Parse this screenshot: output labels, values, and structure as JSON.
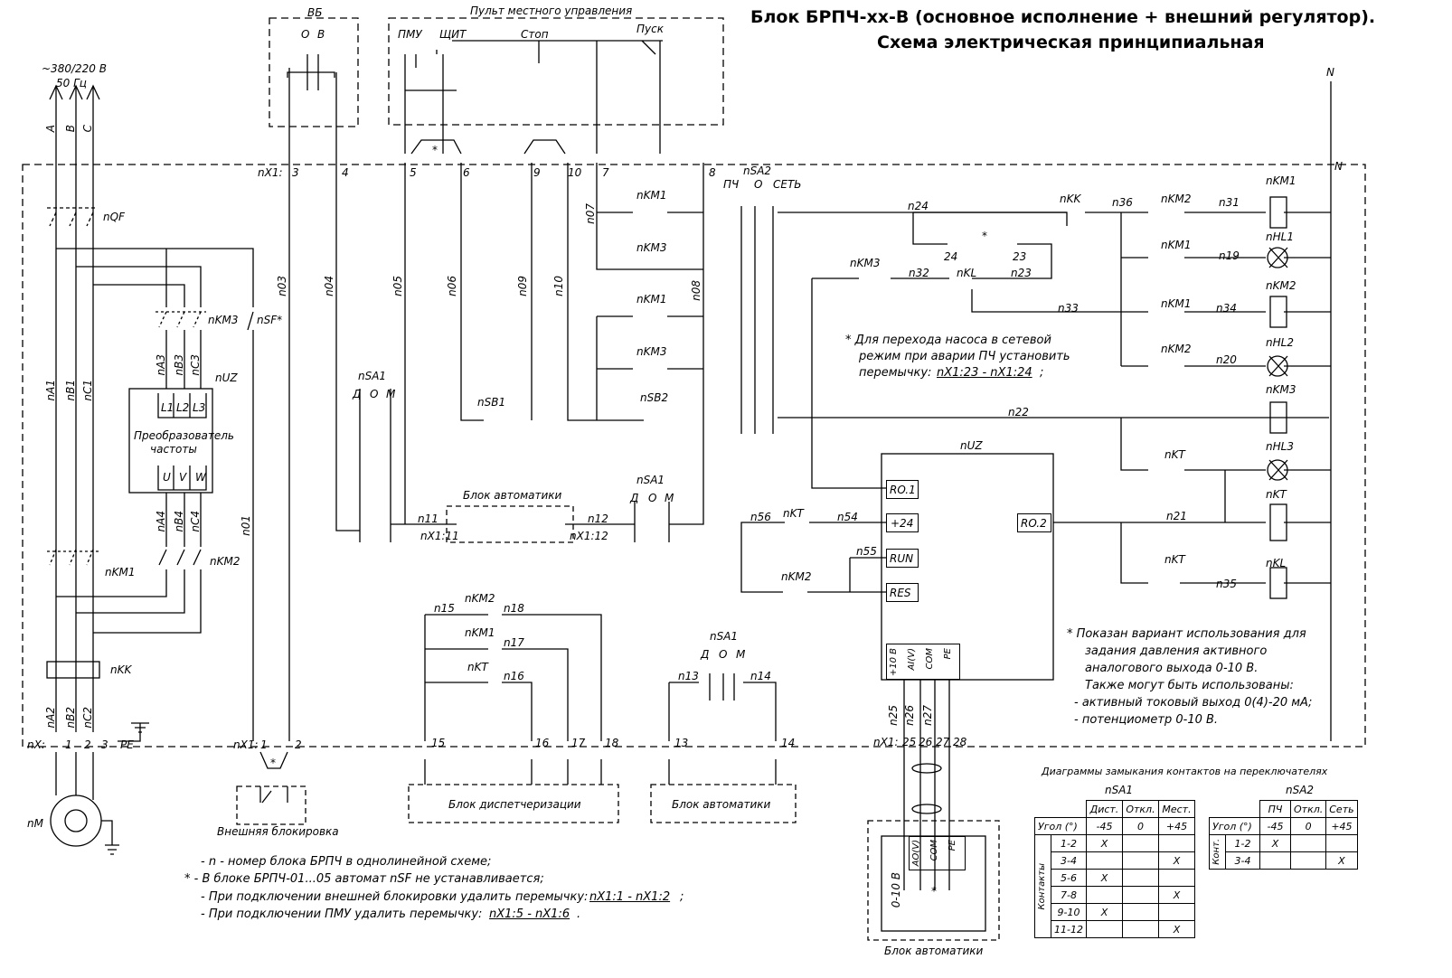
{
  "title": {
    "line1": "Блок БРПЧ-хх-В (основное исполнение + внешний регулятор).",
    "line2": "Схема электрическая принципиальная"
  },
  "supply": {
    "voltage": "~380/220 В",
    "freq": "50 Гц",
    "phases": [
      "A",
      "B",
      "C"
    ]
  },
  "vb": {
    "label": "ВБ",
    "o": "О",
    "v": "В"
  },
  "pmu": {
    "label": "Пульт местного управления",
    "pmu": "ПМУ",
    "shit": "ЩИТ",
    "stop": "Стоп",
    "pusk": "Пуск"
  },
  "terms_top": {
    "nx1": "nX1:",
    "t3": "3",
    "t4": "4",
    "t5": "5",
    "t6": "6",
    "t9": "9",
    "t10": "10",
    "t7": "7",
    "t8": "8",
    "n": "N",
    "star": "*"
  },
  "nsa2": {
    "label": "nSA2",
    "pch": "ПЧ",
    "o": "О",
    "set": "СЕТЬ"
  },
  "left": {
    "qf": "nQF",
    "km3": "nKM3",
    "sf": "nSF*",
    "pa3": "nA3",
    "pb3": "nB3",
    "pc3": "nC3",
    "uz": "nUZ",
    "l1": "L1",
    "l2": "L2",
    "l3": "L3",
    "conv1": "Преобразователь",
    "conv2": "частоты",
    "u": "U",
    "vv": "V",
    "w": "W",
    "pa4": "nA4",
    "pb4": "nB4",
    "pc4": "nC4",
    "km1": "nKM1",
    "km2": "nKM2",
    "kk": "nKK",
    "a1": "nA1",
    "b1": "nB1",
    "c1": "nC1",
    "a2": "nA2",
    "b2": "nB2",
    "c2": "nC2",
    "nx": "nX:",
    "x1": "1",
    "x2": "2",
    "x3": "3",
    "pe": "PE",
    "motor": "nM"
  },
  "wires": {
    "n03": "n03",
    "n04": "n04",
    "n05": "n05",
    "n06": "n06",
    "n09": "n09",
    "n10": "n10",
    "n07": "n07",
    "n08": "n08",
    "n01": "n01"
  },
  "mid": {
    "km1a": "nKM1",
    "km3a": "nKM3",
    "km1b": "nKM1",
    "km3b": "nKM3",
    "sb2": "nSB2",
    "sb1": "nSB1",
    "sa1": "nSA1",
    "d": "Д",
    "o": "О",
    "m": "М",
    "sa1b": "nSA1",
    "d2": "Д",
    "o2": "О",
    "m2": "М",
    "auto": "Блок автоматики",
    "n11": "n11",
    "n12": "n12",
    "nx111": "nX1:11",
    "nx112": "nX1:12"
  },
  "ext": {
    "nx1": "nX1:",
    "t1": "1",
    "t2": "2",
    "star": "*",
    "label": "Внешняя блокировка"
  },
  "disp": {
    "km2": "nKM2",
    "km1": "nKM1",
    "kt": "nKT",
    "n15": "n15",
    "n16": "n16",
    "n17": "n17",
    "n18": "n18",
    "t15": "15",
    "t16": "16",
    "t17": "17",
    "t18": "18",
    "label": "Блок диспетчеризации"
  },
  "auto2": {
    "sa1": "nSA1",
    "d": "Д",
    "o": "О",
    "m": "М",
    "n13": "n13",
    "n14": "n14",
    "t13": "13",
    "t14": "14",
    "label": "Блок автоматики"
  },
  "right": {
    "n24": "n24",
    "kk": "nKK",
    "n36": "n36",
    "km2": "nKM2",
    "n31": "n31",
    "km1c": "nKM1",
    "t24": "24",
    "t23": "23",
    "star": "*",
    "km1": "nKM1",
    "n19": "n19",
    "hl1": "nHL1",
    "km3": "nKM3",
    "n32": "n32",
    "kl": "nKL",
    "n23": "n23",
    "km2b": "nKM2",
    "n33": "n33",
    "km1b": "nKM1",
    "n34": "n34",
    "km2c": "nKM2",
    "n20": "n20",
    "hl2": "nHL2",
    "km3c": "nKM3",
    "n22": "n22",
    "kt": "nKT",
    "hl3": "nHL3",
    "uz": "nUZ",
    "ro1": "RO.1",
    "ro2": "RO.2",
    "p24": "+24",
    "run": "RUN",
    "res": "RES",
    "n56": "n56",
    "kt2": "nKT",
    "n54": "n54",
    "n55": "n55",
    "km2d": "nKM2",
    "n21": "n21",
    "ktc": "nKT",
    "kt3": "nKT",
    "n35": "n35",
    "kl2": "nKL",
    "p10": "+10 В",
    "aiv": "AI(V)",
    "com": "COM",
    "pe": "PE",
    "n25": "n25",
    "n26": "n26",
    "n27": "n27",
    "nx1": "nX1:",
    "t25": "25",
    "t26": "26",
    "t27": "27",
    "t28": "28",
    "nlab": "N"
  },
  "notes": {
    "jump1": "* Для перехода насоса в сетевой",
    "jump2": "режим при аварии ПЧ установить",
    "jump3": "перемычку:",
    "jump4": "nX1:23 - nX1:24",
    "jump5": ";",
    "v1": "*  Показан вариант использования для",
    "v2": "задания давления активного",
    "v3": "аналогового выхода 0-10 В.",
    "v4": "Также могут быть использованы:",
    "v5": "- активный токовый выход 0(4)-20 мА;",
    "v6": "- потенциометр 0-10 В."
  },
  "bottom_notes": {
    "b1": "- n - номер блока БРПЧ в однолинейной схеме;",
    "b2": "* - В блоке БРПЧ-01...05 автомат nSF не устанавливается;",
    "b3a": "- При подключении внешней блокировки удалить перемычку:",
    "b3b": "nX1:1 - nX1:2",
    "b3c": ";",
    "b4a": "- При подключении ПМУ удалить перемычку:",
    "b4b": "nX1:5 - nX1:6",
    "b4c": "."
  },
  "auto3": {
    "ao": "AO(V)",
    "com": "COM",
    "pe": "PE",
    "v010": "0-10 В",
    "star": "*",
    "label": "Блок автоматики"
  },
  "diag": {
    "heading": "Диаграммы замыкания контактов на переключателях",
    "sa1": {
      "label": "nSA1",
      "cols": [
        "Дист.",
        "Откл.",
        "Мест."
      ],
      "angle": "Угол (°)",
      "angles": [
        "-45",
        "0",
        "+45"
      ],
      "group": "Контакты",
      "rows": [
        {
          "k": "1-2",
          "v": [
            "X",
            "",
            ""
          ]
        },
        {
          "k": "3-4",
          "v": [
            "",
            "",
            "X"
          ]
        },
        {
          "k": "5-6",
          "v": [
            "X",
            "",
            ""
          ]
        },
        {
          "k": "7-8",
          "v": [
            "",
            "",
            "X"
          ]
        },
        {
          "k": "9-10",
          "v": [
            "X",
            "",
            ""
          ]
        },
        {
          "k": "11-12",
          "v": [
            "",
            "",
            "X"
          ]
        }
      ]
    },
    "sa2": {
      "label": "nSA2",
      "cols": [
        "ПЧ",
        "Откл.",
        "Сеть"
      ],
      "angle": "Угол (°)",
      "angles": [
        "-45",
        "0",
        "+45"
      ],
      "group": "Конт.",
      "rows": [
        {
          "k": "1-2",
          "v": [
            "X",
            "",
            ""
          ]
        },
        {
          "k": "3-4",
          "v": [
            "",
            "",
            "X"
          ]
        }
      ]
    }
  }
}
